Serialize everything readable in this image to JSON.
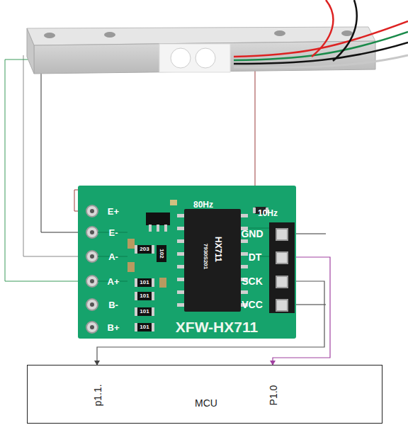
{
  "diagram": {
    "nodes": [
      {
        "text": [
          "XFW-HX711"
        ]
      },
      {
        "text": [
          "p1.1.",
          "MCU",
          "P1.0"
        ]
      }
    ],
    "edges": [
      {
        "from": 0,
        "to": 1,
        "arrow": "to"
      },
      {
        "from": 0,
        "to": 1,
        "arrow": "to"
      }
    ],
    "labels": [
      "80Hz",
      "10Hz",
      "E+",
      "E-",
      "A-",
      "A+",
      "B-",
      "B+",
      "GND",
      "DT",
      "SCK",
      "VCC",
      "203",
      "102",
      "101",
      "101",
      "101",
      "101",
      "HX711",
      "7930S201"
    ]
  }
}
